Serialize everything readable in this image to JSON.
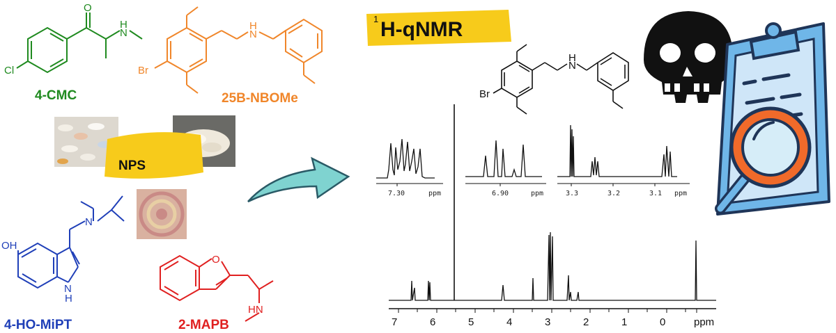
{
  "compounds": {
    "cmc": {
      "name": "4-CMC",
      "atoms": {
        "o": "O",
        "nh": "H",
        "n": "N",
        "cl": "Cl"
      }
    },
    "nbome": {
      "name": "25B-NBOMe",
      "atoms": {
        "nh": "H",
        "n": "N",
        "br": "Br"
      }
    },
    "mipt": {
      "name": "4-HO-MiPT",
      "atoms": {
        "oh": "OH",
        "n_amine": "N",
        "nh_indole": "N",
        "h_indole": "H"
      }
    },
    "mapb": {
      "name": "2-MAPB",
      "atoms": {
        "o": "O",
        "hn": "HN"
      }
    }
  },
  "center_label": "NPS",
  "method": {
    "superscript": "1",
    "label": "H-qNMR"
  },
  "nmr_structure": {
    "br": "Br",
    "nh": "H",
    "n": "N"
  },
  "spectrum": {
    "axis_labels": [
      "7",
      "6",
      "5",
      "4",
      "3",
      "2",
      "1",
      "0"
    ],
    "axis_unit": "ppm",
    "insets": [
      {
        "tick": "7.30",
        "unit": "ppm"
      },
      {
        "tick": "6.90",
        "unit": "ppm"
      },
      {
        "ticks": [
          "3.3",
          "3.2",
          "3.1"
        ],
        "unit": "ppm"
      }
    ]
  },
  "colors": {
    "cmc": "#1f8a1f",
    "nbome": "#f0862a",
    "mipt": "#1f3fb8",
    "mapb": "#e02020",
    "highlight": "#f7cb1b",
    "arrow": "#7fd3d0",
    "clipboard": "#6fb6e8",
    "magnifier": "#f06a2a"
  },
  "icons": [
    "skull-icon",
    "clipboard-icon",
    "magnifier-icon",
    "arrow-icon"
  ]
}
